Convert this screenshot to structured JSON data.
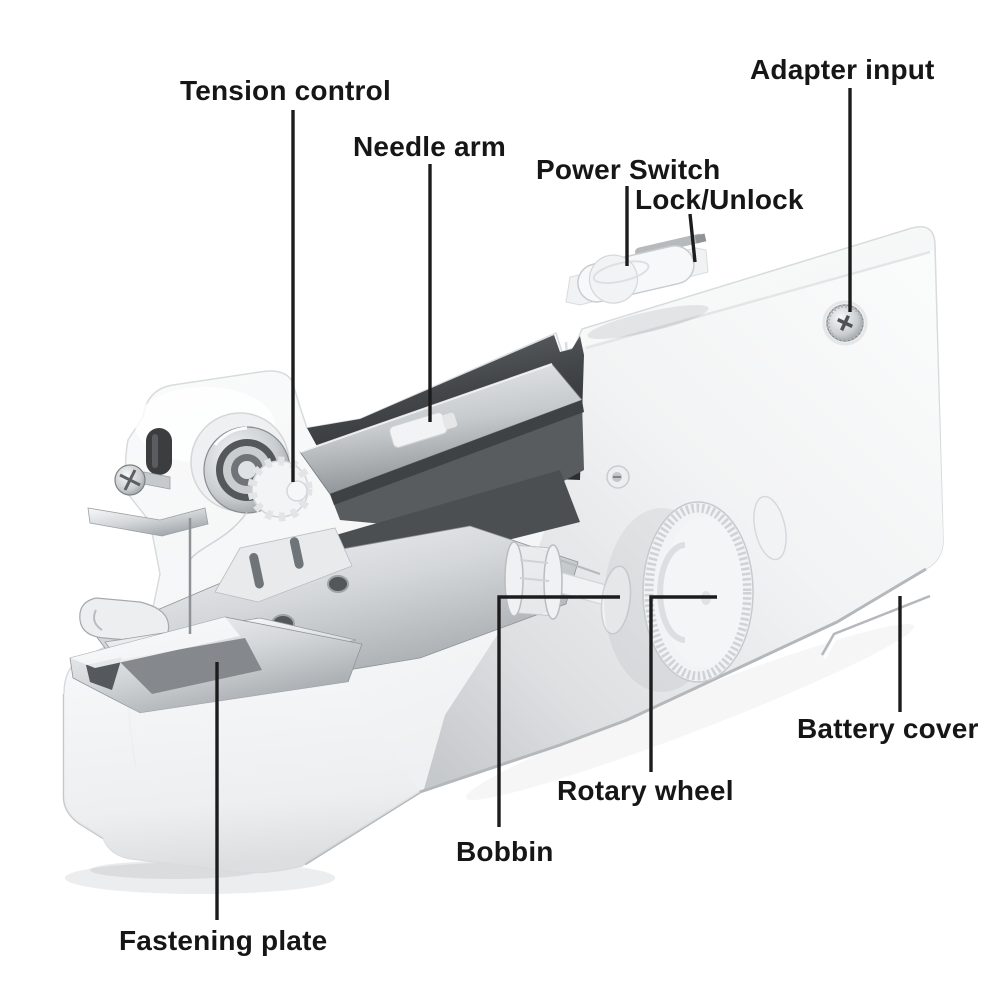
{
  "diagram": {
    "subject": "handheld sewing machine parts diagram",
    "labels": [
      {
        "id": "tension-control",
        "text": "Tension control"
      },
      {
        "id": "needle-arm",
        "text": "Needle arm"
      },
      {
        "id": "power-switch",
        "text": "Power Switch"
      },
      {
        "id": "lock-unlock",
        "text": "Lock/Unlock"
      },
      {
        "id": "adapter-input",
        "text": "Adapter input"
      },
      {
        "id": "battery-cover",
        "text": "Battery cover"
      },
      {
        "id": "rotary-wheel",
        "text": "Rotary wheel"
      },
      {
        "id": "bobbin",
        "text": "Bobbin"
      },
      {
        "id": "fastening-plate",
        "text": "Fastening plate"
      }
    ],
    "colors": {
      "background": "#ffffff",
      "label_text": "#161616",
      "leader_line": "#1c1c1c",
      "machine_body": "#f4f5f6",
      "machine_shade": "#c9ccce",
      "chrome": "#b9bdc1",
      "dark_opening": "#3a3c3e"
    }
  }
}
